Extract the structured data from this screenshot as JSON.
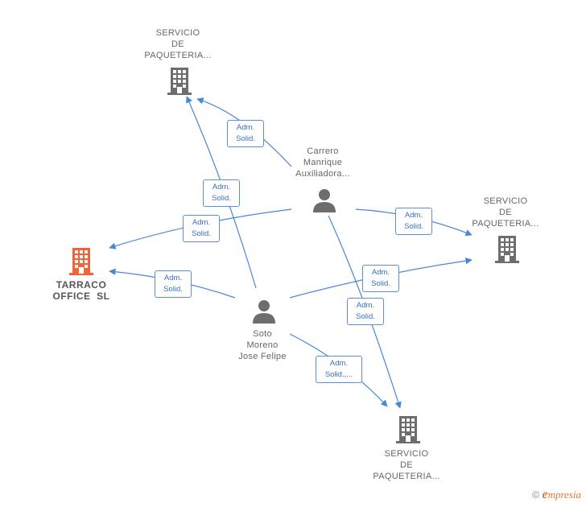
{
  "nodes": {
    "serv_top": {
      "lines": [
        "SERVICIO",
        "DE",
        "PAQUETERIA..."
      ]
    },
    "serv_right": {
      "lines": [
        "SERVICIO",
        "DE",
        "PAQUETERIA..."
      ]
    },
    "serv_bottom": {
      "lines": [
        "SERVICIO",
        "DE",
        "PAQUETERIA..."
      ]
    },
    "tarraco": {
      "lines": [
        "TARRACO",
        "OFFICE  SL"
      ]
    },
    "carrero": {
      "lines": [
        "Carrero",
        "Manrique",
        "Auxiliadora..."
      ]
    },
    "soto": {
      "lines": [
        "Soto",
        "Moreno",
        "Jose Felipe"
      ]
    }
  },
  "edges": [
    {
      "id": "e1",
      "lines": [
        "Adm.",
        "Solid."
      ]
    },
    {
      "id": "e2",
      "lines": [
        "Adm.",
        "Solid."
      ]
    },
    {
      "id": "e3",
      "lines": [
        "Adm.",
        "Solid."
      ]
    },
    {
      "id": "e4",
      "lines": [
        "Adm.",
        "Solid."
      ]
    },
    {
      "id": "e5",
      "lines": [
        "Adm.",
        "Solid."
      ]
    },
    {
      "id": "e6",
      "lines": [
        "Adm.",
        "Solid."
      ]
    },
    {
      "id": "e7",
      "lines": [
        "Adm.",
        "Solid."
      ]
    },
    {
      "id": "e8",
      "lines": [
        "Adm.",
        "Solid.,..."
      ]
    }
  ],
  "footer": {
    "copyright": "©",
    "brand_initial": "e",
    "brand_rest": "mpresia"
  },
  "colors": {
    "edge": "#4a86d6",
    "building": "#6d6d6d",
    "building_main": "#f0643c",
    "person": "#6d6d6d"
  }
}
